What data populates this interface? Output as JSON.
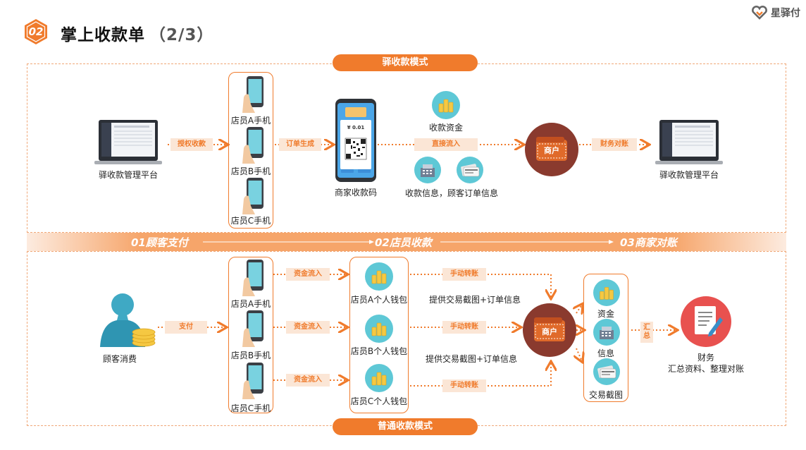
{
  "header": {
    "badge": "02",
    "title": "掌上收款单",
    "subtitle": "（2/3）",
    "brand": "星驿付"
  },
  "top_mode": "驿收款模式",
  "bottom_mode": "普通收款模式",
  "stages": [
    "01顾客支付",
    "02店员收款",
    "03商家对账"
  ],
  "top": {
    "platform_left": "驿收款管理平台",
    "platform_right": "驿收款管理平台",
    "phones": [
      "店员A手机",
      "店员B手机",
      "店员C手机"
    ],
    "tag_authorize": "授权收款",
    "tag_order": "订单生成",
    "qr_label": "商家收款码",
    "qr_amount": "¥ 0.01",
    "funds_label": "收款资金",
    "tag_direct": "直接流入",
    "info_label": "收款信息，顾客订单信息",
    "merchant": "商户",
    "tag_reconcile": "财务对账"
  },
  "bottom": {
    "customer_label": "顾客消费",
    "tag_pay": "支付",
    "phones": [
      "店员A手机",
      "店员B手机",
      "店员C手机"
    ],
    "tag_inflow": [
      "资金流入",
      "资金流入",
      "资金流入"
    ],
    "wallets": [
      "店员A个人钱包",
      "店员B个人钱包",
      "店员C个人钱包"
    ],
    "tag_transfer": [
      "手动转账",
      "手动转账",
      "手动转账"
    ],
    "provide_1": "提供交易截图+订单信息",
    "provide_2": "提供交易截图+订单信息",
    "merchant": "商户",
    "items": [
      "资金",
      "信息",
      "交易截图"
    ],
    "tag_summary": "汇总",
    "finance_title": "财务",
    "finance_desc": "汇总资料、整理对账"
  },
  "colors": {
    "accent": "#f07b2c",
    "teal": "#5ec8d6",
    "merchant_bg": "#8a3a2e",
    "finance_red": "#e8514f"
  }
}
